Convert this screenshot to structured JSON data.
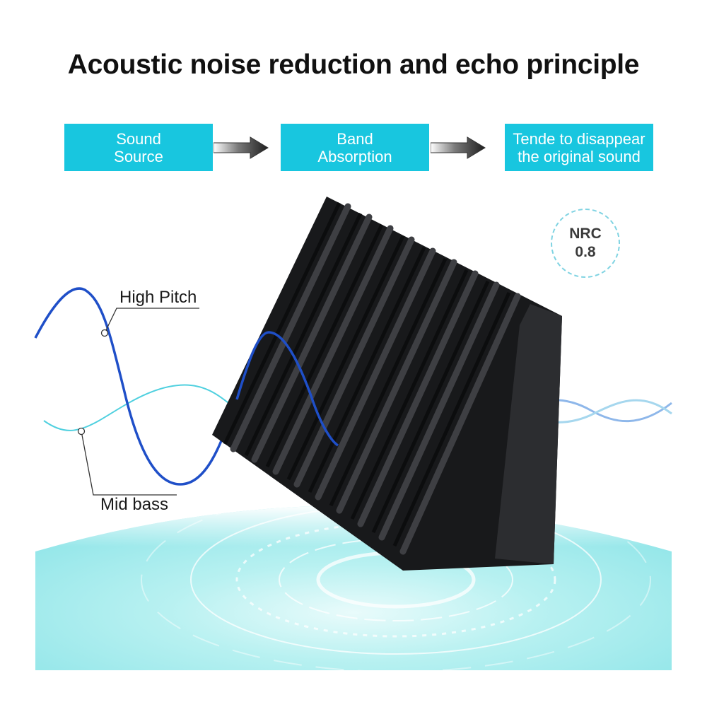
{
  "title": "Acoustic noise reduction and echo principle",
  "steps": [
    {
      "line1": "Sound",
      "line2": "Source"
    },
    {
      "line1": "Band",
      "line2": "Absorption"
    },
    {
      "line1": "Tende to disappear",
      "line2": "the original sound"
    }
  ],
  "nrc": {
    "label": "NRC",
    "value": "0.8"
  },
  "waves": {
    "high_label": "High Pitch",
    "mid_label": "Mid bass"
  },
  "colors": {
    "step_bg": "#18c6df",
    "high_wave": "#1f4fc8",
    "mid_wave": "#4fd0df",
    "foam": "#1e1f21",
    "floor": "#aef0f0"
  },
  "icons": [
    "right-arrow-icon",
    "acoustic-foam-panel-image"
  ]
}
